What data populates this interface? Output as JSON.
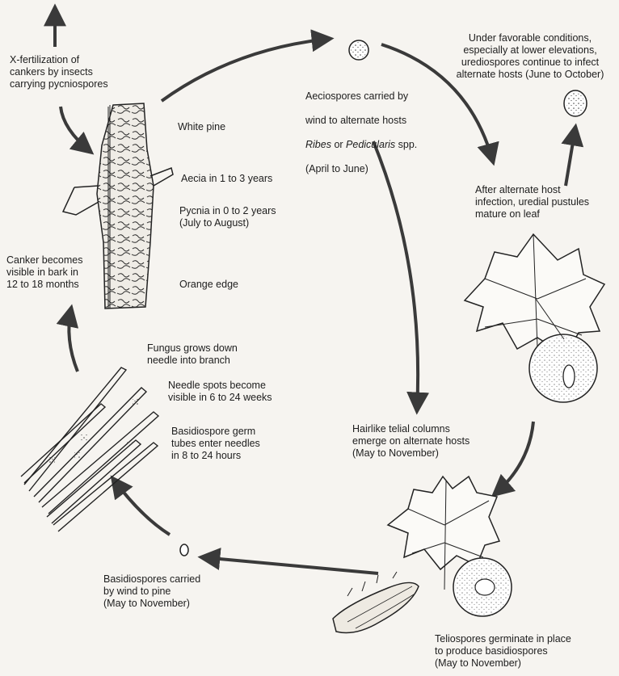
{
  "diagram": {
    "labels": {
      "xfert": "X-fertilization of\ncankers by insects\ncarrying pycniospores",
      "white_pine": "White pine",
      "aecia": "Aecia in 1 to 3 years",
      "pycnia": "Pycnia in 0 to 2 years\n(July to August)",
      "canker_visible": "Canker becomes\nvisible in bark in\n12 to 18 months",
      "orange_edge": "Orange edge",
      "aecio_line1": "Aeciospores carried by",
      "aecio_line2": "wind to alternate hosts",
      "aecio_ribes": "Ribes",
      "aecio_or": " or ",
      "aecio_pedicularis": "Pedicularis",
      "aecio_spp": " spp.",
      "aecio_line4": "(April to June)",
      "urediospores": "Under favorable conditions,\nespecially at lower elevations,\nurediospores continue to infect\nalternate hosts (June to October)",
      "uredial": "After alternate host\ninfection, uredial pustules\nmature on leaf",
      "fungus_grows": "Fungus grows down\nneedle into branch",
      "needle_spots": "Needle spots become\nvisible in 6 to 24 weeks",
      "basidio_germ": "Basidiospore germ\ntubes enter needles\nin 8 to 24 hours",
      "telial": "Hairlike telial columns\nemerge on alternate hosts\n(May to November)",
      "basidio_wind": "Basidiospores carried\nby wind to pine\n(May to November)",
      "teliospores": "Teliospores germinate in place\nto produce basidiospores\n(May to November)"
    }
  }
}
